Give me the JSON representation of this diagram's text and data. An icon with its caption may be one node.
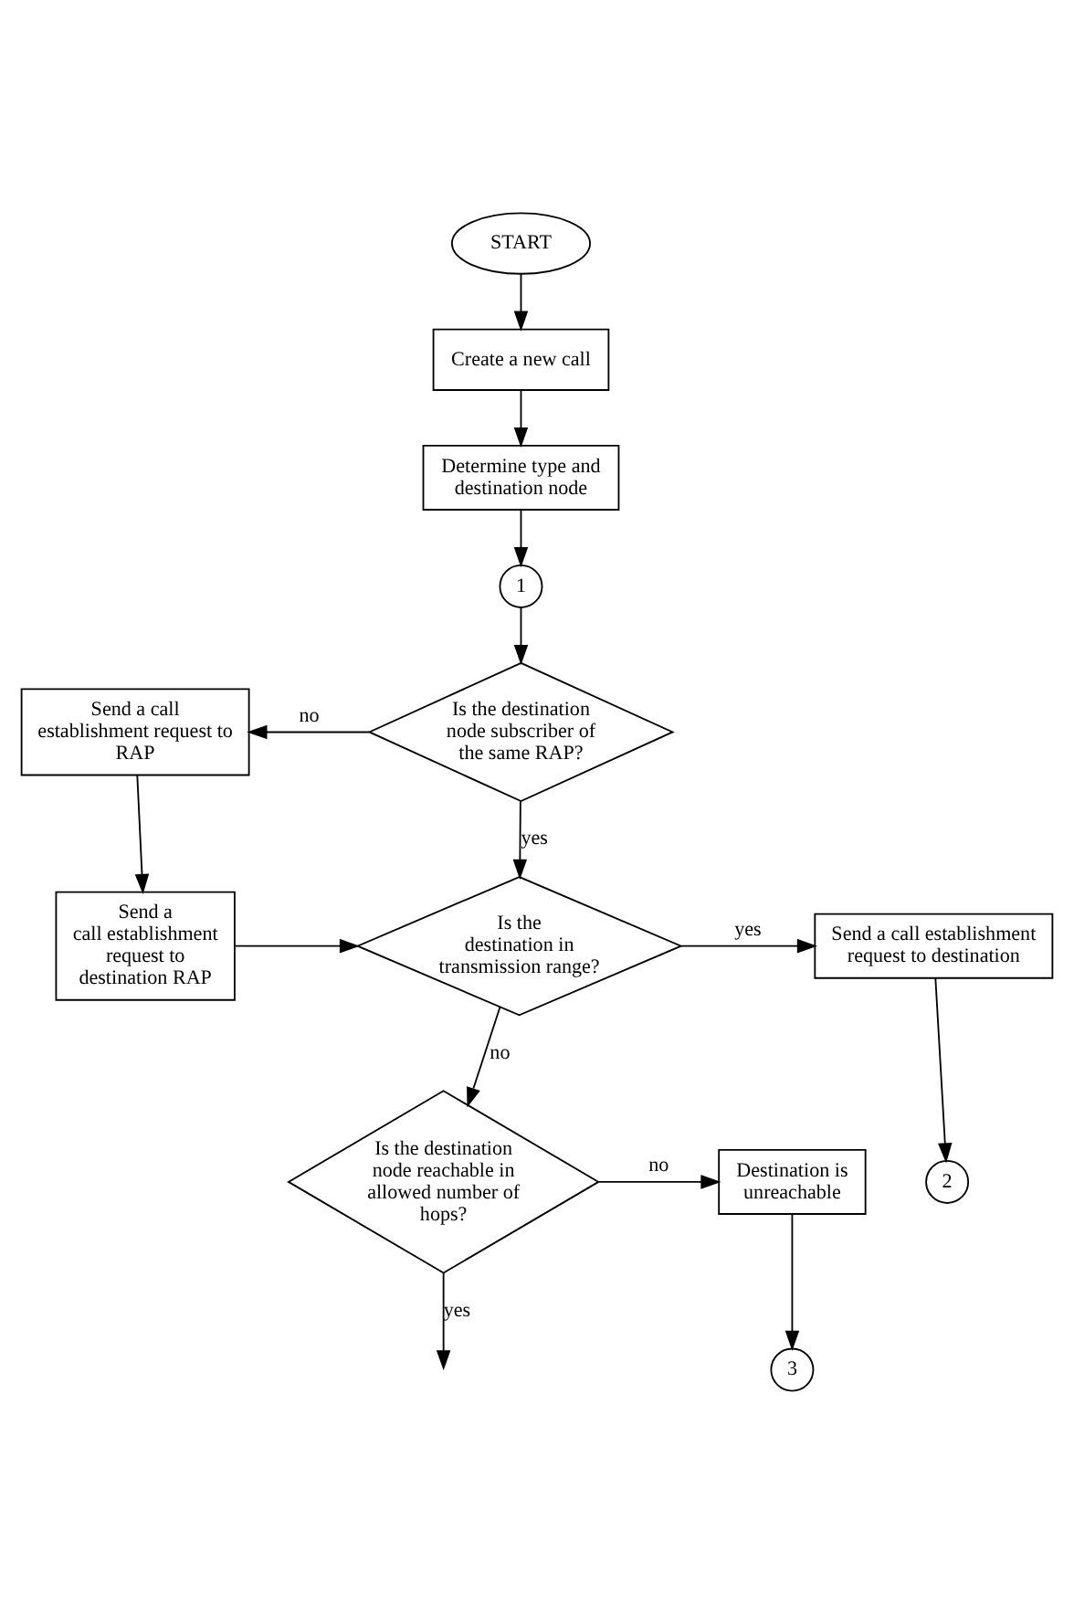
{
  "diagram": {
    "nodes": [
      {
        "text": [
          "START"
        ]
      },
      {
        "text": [
          "Create a new call"
        ]
      },
      {
        "text": [
          "Determine type and destination node"
        ]
      },
      {
        "text": [
          "1"
        ]
      },
      {
        "text": [
          "Is the destination node subscriber of the same RAP?"
        ]
      },
      {
        "text": [
          "Send a call establishment request to RAP"
        ]
      },
      {
        "text": [
          "Send a call establishment request to destination RAP"
        ]
      },
      {
        "text": [
          "Is the destination in transmission range?"
        ]
      },
      {
        "text": [
          "Send a call establishment request to destination"
        ]
      },
      {
        "text": [
          "2"
        ]
      },
      {
        "text": [
          "Is the destination node reachable in allowed number of hops?"
        ]
      },
      {
        "text": [
          "Destination is unreachable"
        ]
      },
      {
        "text": [
          "3"
        ]
      }
    ],
    "edges": [
      {
        "from": 0,
        "to": 1,
        "arrow": "to"
      },
      {
        "from": 1,
        "to": 2,
        "arrow": "to"
      },
      {
        "from": 2,
        "to": 3,
        "arrow": "to"
      },
      {
        "from": 3,
        "to": 4,
        "arrow": "to"
      },
      {
        "from": 4,
        "to": 5,
        "arrow": "to",
        "label": "no"
      },
      {
        "from": 4,
        "to": 7,
        "arrow": "to",
        "label": "yes"
      },
      {
        "from": 5,
        "to": 6,
        "arrow": "to"
      },
      {
        "from": 6,
        "to": 7,
        "arrow": "to"
      },
      {
        "from": 7,
        "to": 8,
        "arrow": "to",
        "label": "yes"
      },
      {
        "from": 8,
        "to": 9,
        "arrow": "to"
      },
      {
        "from": 7,
        "to": 10,
        "arrow": "to",
        "label": "no"
      },
      {
        "from": 10,
        "to": 11,
        "arrow": "to",
        "label": "no"
      },
      {
        "from": 11,
        "to": 12,
        "arrow": "to"
      },
      {
        "from": 10,
        "to": null,
        "arrow": "to",
        "label": "yes"
      }
    ]
  }
}
